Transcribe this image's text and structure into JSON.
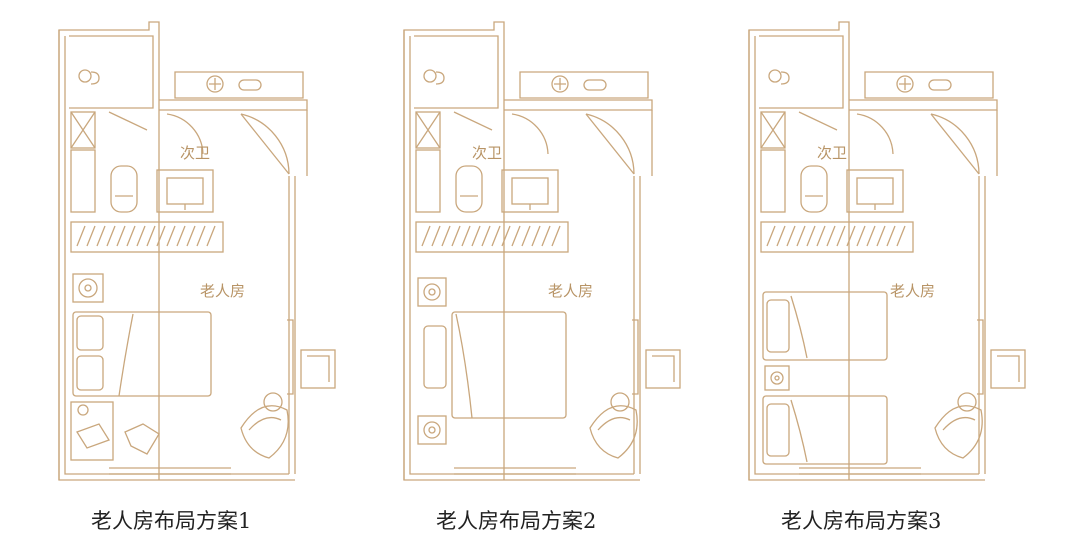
{
  "colors": {
    "line": "#c9a77d",
    "label": "#b89466",
    "caption": "#222222"
  },
  "plans": [
    {
      "bath_label": "次卫",
      "room_label": "老人房",
      "caption": "老人房布局方案1",
      "layout": "single-bed-with-desk"
    },
    {
      "bath_label": "次卫",
      "room_label": "老人房",
      "caption": "老人房布局方案2",
      "layout": "double-bed-two-nightstands"
    },
    {
      "bath_label": "次卫",
      "room_label": "老人房",
      "caption": "老人房布局方案3",
      "layout": "twin-beds"
    }
  ]
}
